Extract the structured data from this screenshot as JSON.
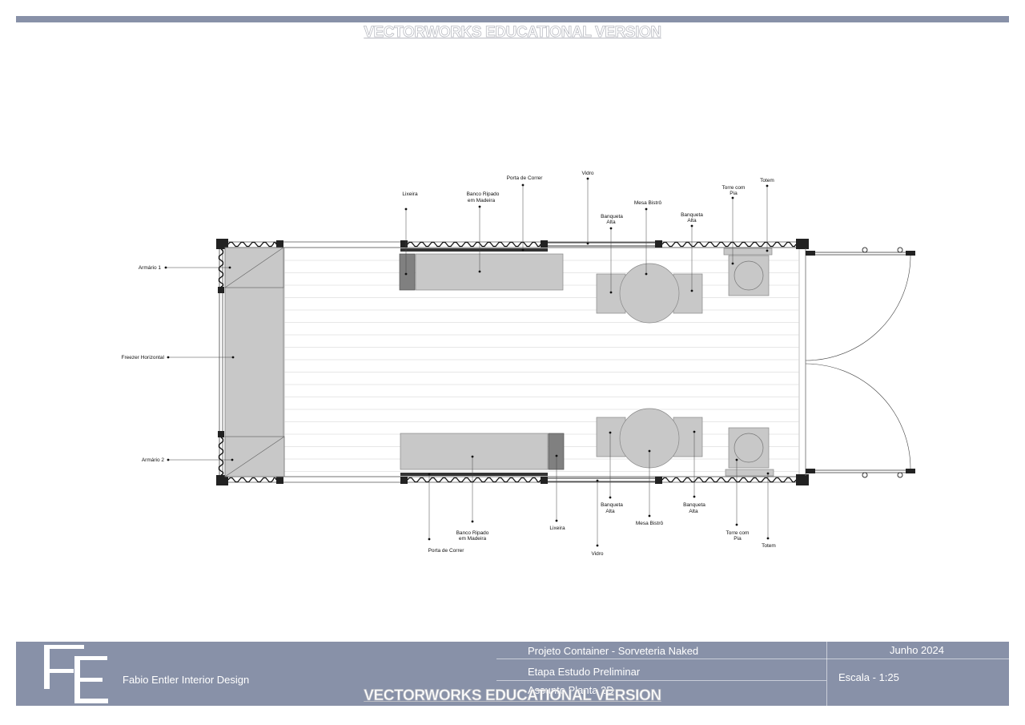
{
  "watermark": "VECTORWORKS EDUCATIONAL VERSION",
  "colors": {
    "band": "#8891a8",
    "equipment": "#c8c8c8",
    "dark_equipment": "#808080",
    "post": "#222222"
  },
  "labels": {
    "armario1": "Armário 1",
    "freezer": "Freezer Horizontal",
    "armario2": "Armário 2",
    "lixeira_top": "Lixeira",
    "banco_top_1": "Banco Ripado",
    "banco_top_2": "em Madeira",
    "porta_top": "Porta de Correr",
    "vidro_top": "Vidro",
    "banqueta_tl_1": "Banqueta",
    "banqueta_tl_2": "Alta",
    "mesa_top": "Mesa Bistrô",
    "banqueta_tr_1": "Banqueta",
    "banqueta_tr_2": "Alta",
    "torre_top_1": "Torre com",
    "torre_top_2": "Pia",
    "totem_top": "Totem",
    "porta_bottom": "Porta de Correr",
    "banco_bottom_1": "Banco Ripado",
    "banco_bottom_2": "em Madeira",
    "lixeira_bottom": "Lixeira",
    "vidro_bottom": "Vidro",
    "banqueta_bl_1": "Banqueta",
    "banqueta_bl_2": "Alta",
    "mesa_bottom": "Mesa Bistrô",
    "banqueta_br_1": "Banqueta",
    "banqueta_br_2": "Alta",
    "torre_bottom_1": "Torre com",
    "torre_bottom_2": "Pia",
    "totem_bottom": "Totem"
  },
  "title_block": {
    "logo_letters": "FE",
    "firm": "Fabio Entler Interior Design",
    "project": "Projeto Container - Sorveteria Naked",
    "stage": "Etapa Estudo Preliminar",
    "subject": "Assunto Planta 2D",
    "date": "Junho  2024",
    "scale": "Escala - 1:25"
  }
}
